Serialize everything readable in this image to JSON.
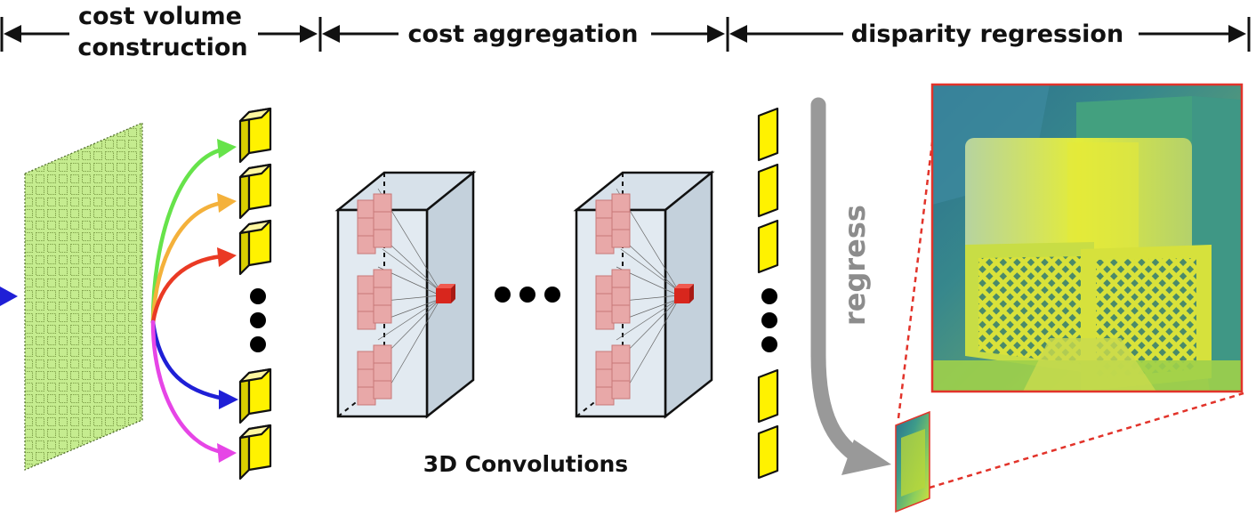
{
  "stages": {
    "cost_volume": {
      "line1": "cost volume",
      "line2": "construction"
    },
    "cost_aggregation": "cost aggregation",
    "disparity_regression": "disparity regression"
  },
  "labels": {
    "convolutions": "3D Convolutions",
    "regress": "regress"
  },
  "colors": {
    "feature_grid": "#c5ec8f",
    "slice_fill": "#fff200",
    "curve_green": "#66e34a",
    "curve_orange": "#f4b13b",
    "curve_red": "#ea3a24",
    "curve_blue": "#1f1fd6",
    "curve_magenta": "#e645e6",
    "cube_pink": "#e8a8a8",
    "kernel_red": "#d8261d",
    "regress_gray": "#999999",
    "map_border": "#e2332a"
  },
  "icons": [
    "arrow-left-icon",
    "arrow-right-icon",
    "ellipsis-icon",
    "cube-icon"
  ]
}
